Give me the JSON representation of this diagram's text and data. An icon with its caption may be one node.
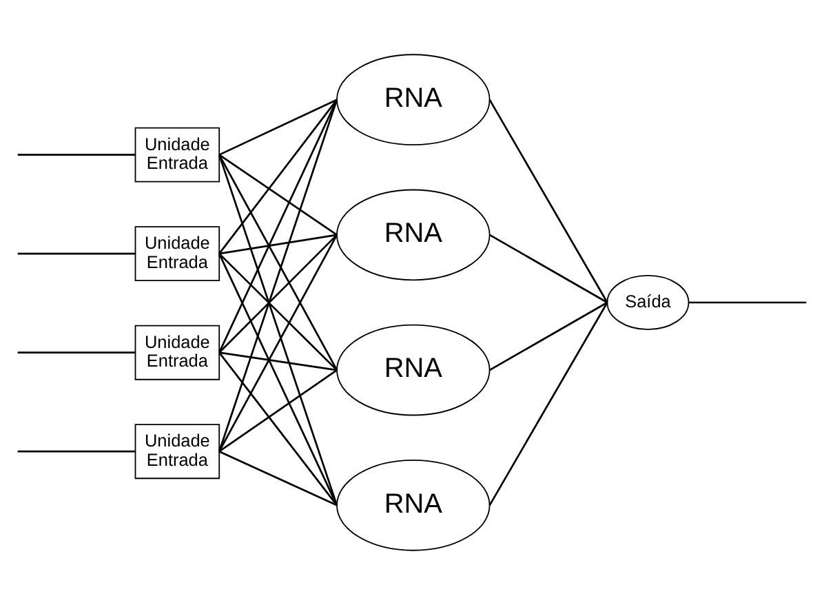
{
  "diagram": {
    "nodes": [
      {
        "text": [
          "Unidade Entrada"
        ]
      },
      {
        "text": [
          "Unidade Entrada"
        ]
      },
      {
        "text": [
          "Unidade Entrada"
        ]
      },
      {
        "text": [
          "Unidade Entrada"
        ]
      },
      {
        "text": [
          "RNA"
        ]
      },
      {
        "text": [
          "RNA"
        ]
      },
      {
        "text": [
          "RNA"
        ]
      },
      {
        "text": [
          "RNA"
        ]
      },
      {
        "text": [
          "Saída"
        ]
      }
    ],
    "edges": [
      {
        "from": null,
        "to": 0,
        "arrow": "none"
      },
      {
        "from": null,
        "to": 1,
        "arrow": "none"
      },
      {
        "from": null,
        "to": 2,
        "arrow": "none"
      },
      {
        "from": null,
        "to": 3,
        "arrow": "none"
      },
      {
        "from": 0,
        "to": 4,
        "arrow": "none"
      },
      {
        "from": 0,
        "to": 5,
        "arrow": "none"
      },
      {
        "from": 0,
        "to": 6,
        "arrow": "none"
      },
      {
        "from": 0,
        "to": 7,
        "arrow": "none"
      },
      {
        "from": 1,
        "to": 4,
        "arrow": "none"
      },
      {
        "from": 1,
        "to": 5,
        "arrow": "none"
      },
      {
        "from": 1,
        "to": 6,
        "arrow": "none"
      },
      {
        "from": 1,
        "to": 7,
        "arrow": "none"
      },
      {
        "from": 2,
        "to": 4,
        "arrow": "none"
      },
      {
        "from": 2,
        "to": 5,
        "arrow": "none"
      },
      {
        "from": 2,
        "to": 6,
        "arrow": "none"
      },
      {
        "from": 2,
        "to": 7,
        "arrow": "none"
      },
      {
        "from": 3,
        "to": 4,
        "arrow": "none"
      },
      {
        "from": 3,
        "to": 5,
        "arrow": "none"
      },
      {
        "from": 3,
        "to": 6,
        "arrow": "none"
      },
      {
        "from": 3,
        "to": 7,
        "arrow": "none"
      },
      {
        "from": 4,
        "to": 8,
        "arrow": "none"
      },
      {
        "from": 5,
        "to": 8,
        "arrow": "none"
      },
      {
        "from": 6,
        "to": 8,
        "arrow": "none"
      },
      {
        "from": 7,
        "to": 8,
        "arrow": "none"
      },
      {
        "from": 8,
        "to": null,
        "arrow": "none"
      }
    ]
  }
}
